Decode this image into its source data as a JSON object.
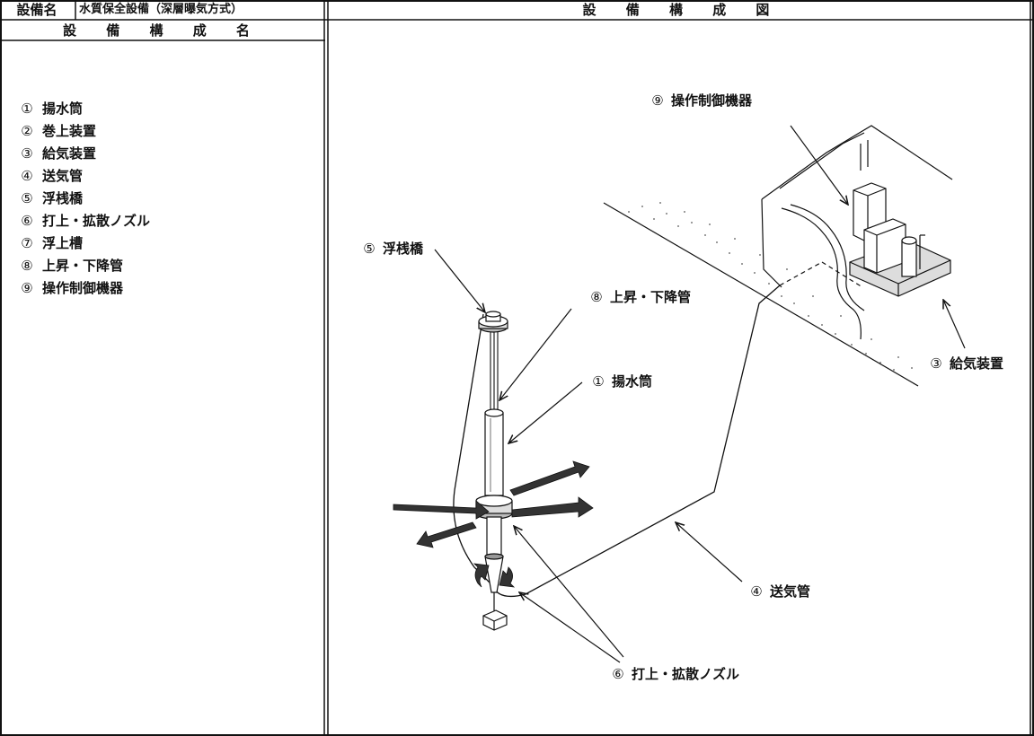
{
  "header": {
    "equipment_label": "設備名",
    "equipment_name": "水質保全設備（深層曝気方式）",
    "diagram_title": "設 備 構 成 図"
  },
  "list_title": "設 備 構 成 名",
  "components": [
    {
      "num": "①",
      "name": "揚水筒"
    },
    {
      "num": "②",
      "name": "巻上装置"
    },
    {
      "num": "③",
      "name": "給気装置"
    },
    {
      "num": "④",
      "name": "送気管"
    },
    {
      "num": "⑤",
      "name": "浮桟橋"
    },
    {
      "num": "⑥",
      "name": "打上・拡散ノズル"
    },
    {
      "num": "⑦",
      "name": "浮上槽"
    },
    {
      "num": "⑧",
      "name": "上昇・下降管"
    },
    {
      "num": "⑨",
      "name": "操作制御機器"
    }
  ],
  "callouts": {
    "c9": {
      "num": "⑨",
      "name": "操作制御機器"
    },
    "c5": {
      "num": "⑤",
      "name": "浮桟橋"
    },
    "c8": {
      "num": "⑧",
      "name": "上昇・下降管"
    },
    "c1": {
      "num": "①",
      "name": "揚水筒"
    },
    "c3": {
      "num": "③",
      "name": "給気装置"
    },
    "c4": {
      "num": "④",
      "name": "送気管"
    },
    "c6": {
      "num": "⑥",
      "name": "打上・拡散ノズル"
    }
  }
}
